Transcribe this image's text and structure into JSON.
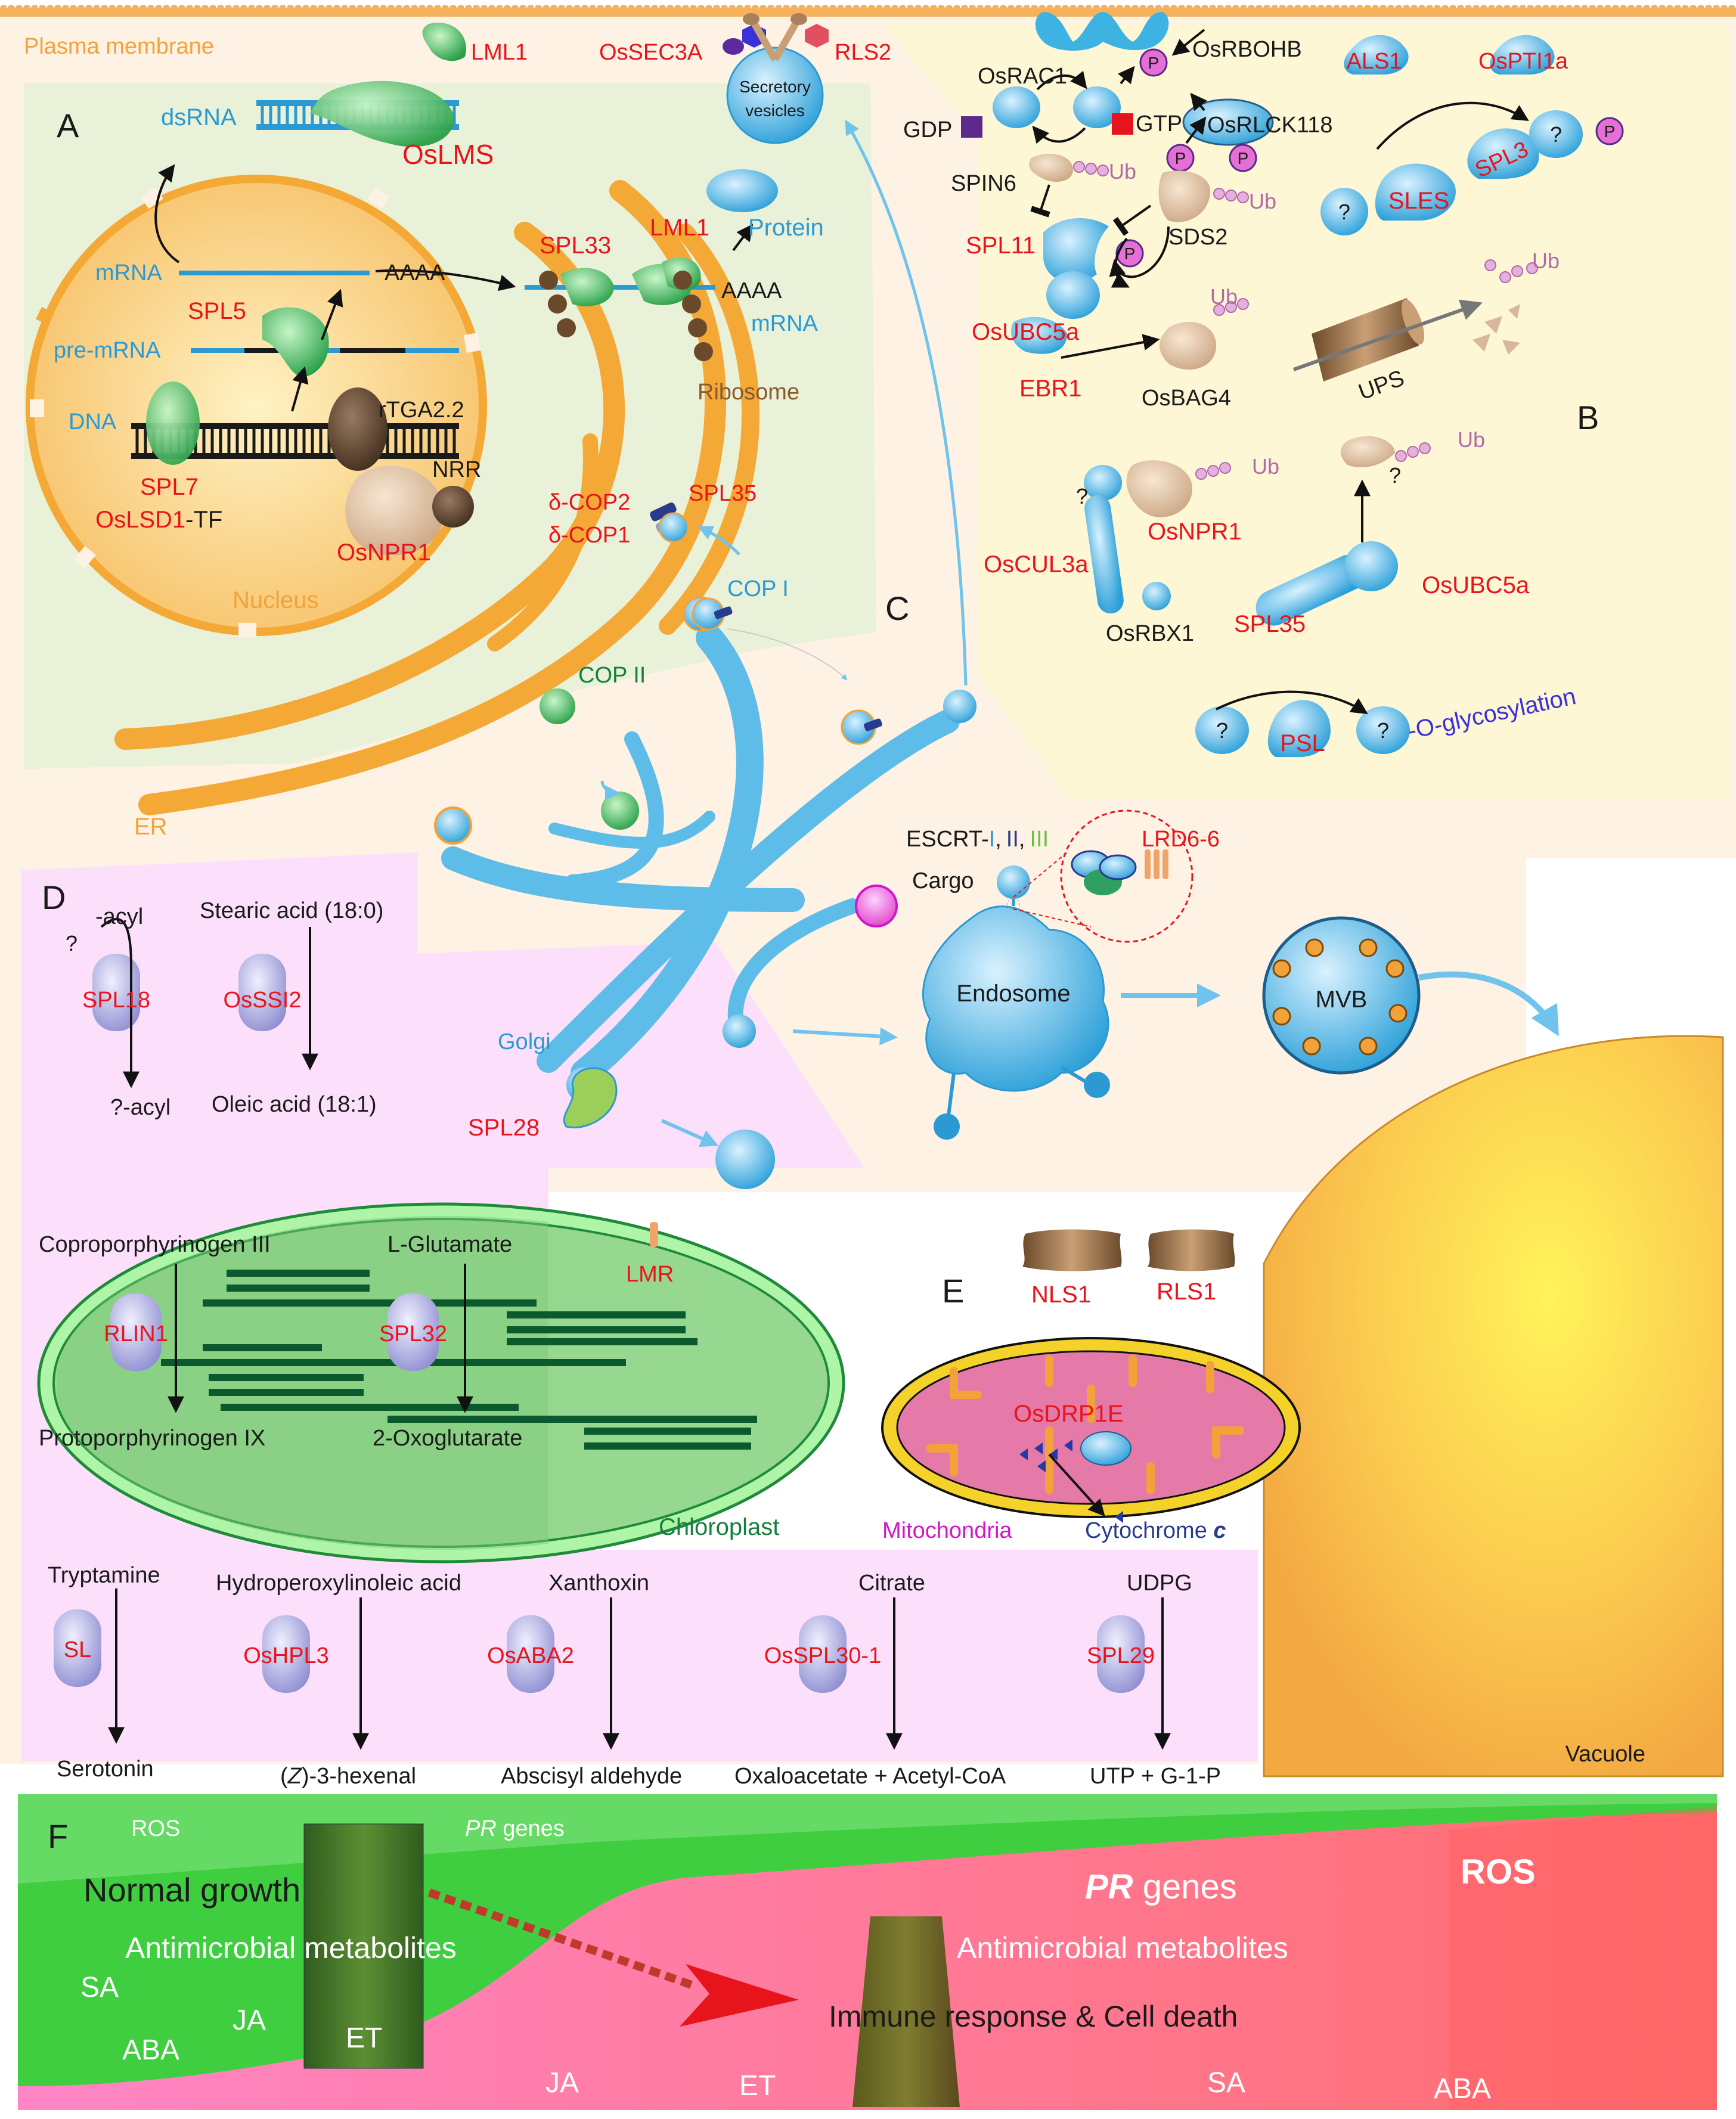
{
  "colors": {
    "red": "#e8141c",
    "blue": "#2b9ad3",
    "black": "#1a1a1a",
    "orange": "#f3a23a",
    "green": "#15803d",
    "purple": "#d117c9",
    "navy": "#2a3a8f",
    "white": "#ffffff",
    "brown": "#8a5a2b",
    "violet": "#3a32d6",
    "lgreen": "#6bbf4a"
  },
  "labels": {
    "plasma_membrane": "Plasma membrane",
    "lml1_top": "LML1",
    "ossec3a": "OsSEC3A",
    "rls2": "RLS2",
    "secretory_vesicles_1": "Secretory",
    "secretory_vesicles_2": "vesicles",
    "panel_a": "A",
    "dsrna": "dsRNA",
    "oslms": "OsLMS",
    "mrna": "mRNA",
    "aaaa_nuc": "AAAA",
    "spl5": "SPL5",
    "pre_mrna": "pre-mRNA",
    "dna": "DNA",
    "rtga22": "rTGA2.2",
    "nrr": "NRR",
    "spl7": "SPL7",
    "oslsd1": "OsLSD1",
    "tf_suffix": "-TF",
    "osnpr1_nuc": "OsNPR1",
    "nucleus": "Nucleus",
    "spl33": "SPL33",
    "lml1_er": "LML1",
    "protein": "Protein",
    "aaaa_cyt": "AAAA",
    "mrna_cyt": "mRNA",
    "ribosome": "Ribosome",
    "dcop2": "δ-COP2",
    "dcop1": "δ-COP1",
    "spl35_c": "SPL35",
    "er": "ER",
    "osrac1": "OsRAC1",
    "gdp": "GDP",
    "gtp": "GTP",
    "osrbohb": "OsRBOHB",
    "osrlck118": "OsRLCK118",
    "spin6": "SPIN6",
    "ub": "Ub",
    "sds2": "SDS2",
    "spl11": "SPL11",
    "osubc5a_b": "OsUBC5a",
    "ebr1": "EBR1",
    "osbag4": "OsBAG4",
    "ups": "UPS",
    "panel_b": "B",
    "als1": "ALS1",
    "ospti1a": "OsPTI1a",
    "sles": "SLES",
    "spl3": "SPL3",
    "q": "?",
    "p": "P",
    "osnpr1_b": "OsNPR1",
    "oscul3a": "OsCUL3a",
    "osrbx1": "OsRBX1",
    "spl35_b": "SPL35",
    "osubc5a_b2": "OsUBC5a",
    "psl": "PSL",
    "oglyco": "-O-glycosylation",
    "panel_c": "C",
    "copi": "COP I",
    "copii": "COP II",
    "escrt_pre": "ESCRT-",
    "escrt_i": "I",
    "escrt_ii": "II",
    "escrt_iii": "III",
    "comma": ",",
    "lrd66": "LRD6-6",
    "cargo": "Cargo",
    "endosome": "Endosome",
    "mvb": "MVB",
    "golgi": "Golgi",
    "spl28": "SPL28",
    "panel_d": "D",
    "acyl": "-acyl",
    "spl18": "SPL18",
    "q_acyl": "?-acyl",
    "stearic": "Stearic acid (18:0)",
    "osssi2": "OsSSI2",
    "oleic": "Oleic acid (18:1)",
    "coprop": "Coproporphyrinogen III",
    "lglut": "L-Glutamate",
    "lmr": "LMR",
    "rlin1": "RLIN1",
    "spl32": "SPL32",
    "protop": "Protoporphyrinogen IX",
    "oxoglut": "2-Oxoglutarate",
    "chloroplast": "Chloroplast",
    "panel_e": "E",
    "nls1": "NLS1",
    "rls1": "RLS1",
    "osdrp1e": "OsDRP1E",
    "mitochondria": "Mitochondria",
    "cytc": "Cytochrome ",
    "cytc_c": "c",
    "tryptamine": "Tryptamine",
    "sl": "SL",
    "serotonin": "Serotonin",
    "hydro": "Hydroperoxylinoleic acid",
    "oshpl3": "OsHPL3",
    "hexenal_z": "Z",
    "hexenal_rest": "-3-hexenal",
    "xanthoxin": "Xanthoxin",
    "osaba2": "OsABA2",
    "abscisyl": "Abscisyl aldehyde",
    "citrate": "Citrate",
    "osspl301": "OsSPL30-1",
    "oxalo": "Oxaloacetate + Acetyl-CoA",
    "udpg": "UDPG",
    "spl29": "SPL29",
    "utp": "UTP + G-1-P",
    "vacuole": "Vacuole",
    "panel_f": "F",
    "ros_small": "ROS",
    "pr_small_it": "PR",
    "pr_small_rest": " genes",
    "normal_growth": "Normal growth",
    "antimicro_1": "Antimicrobial  metabolites",
    "sa_1": "SA",
    "aba_1": "ABA",
    "ja_1": "JA",
    "et_1": "ET",
    "pr_big_it": "PR",
    "pr_big_rest": " genes",
    "ros_big": "ROS",
    "antimicro_2": "Antimicrobial  metabolites",
    "immune": "Immune response & Cell death",
    "ja_2": "JA",
    "et_2": "ET",
    "sa_2": "SA",
    "aba_2": "ABA"
  }
}
